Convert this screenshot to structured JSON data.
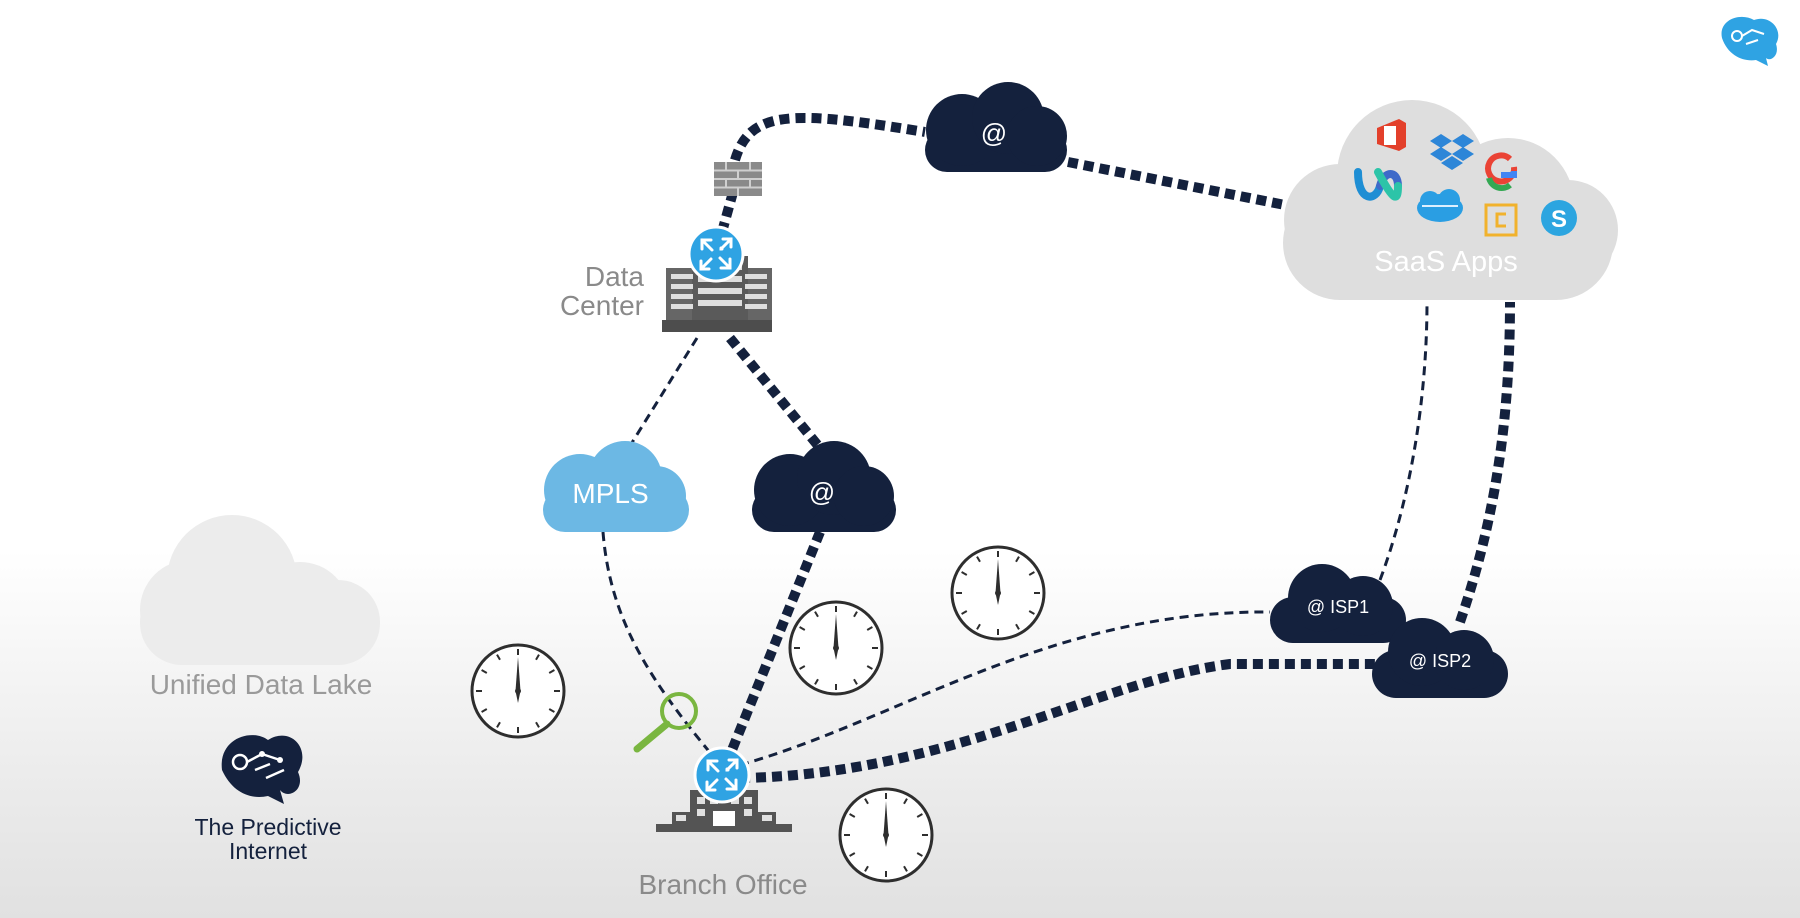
{
  "nodes": {
    "data_center": {
      "line1": "Data",
      "line2": "Center"
    },
    "branch_office": {
      "label": "Branch Office"
    },
    "mpls": {
      "label": "MPLS"
    },
    "internet_dc": {
      "label": "@"
    },
    "internet_top": {
      "label": "@"
    },
    "saas": {
      "label": "SaaS Apps"
    },
    "isp1": {
      "label": "@ ISP1"
    },
    "isp2": {
      "label": "@ ISP2"
    },
    "unified_data_lake": {
      "label": "Unified Data Lake"
    },
    "predictive_internet": {
      "line1": "The Predictive",
      "line2": "Internet"
    }
  },
  "saas_apps": [
    "office-icon",
    "dropbox-icon",
    "google-icon",
    "webex-icon",
    "salesforce-icon",
    "c-app-icon",
    "skype-icon"
  ],
  "icons": [
    "router-icon",
    "firewall-icon",
    "server-rack-icon",
    "building-icon",
    "magnifier-icon",
    "clock-icon",
    "brain-icon"
  ],
  "colors": {
    "navy": "#14213d",
    "mpls_blue": "#6cb8e4",
    "saas_gray": "#dedede",
    "lake_gray": "#ececec",
    "router_blue": "#2fa3e3",
    "icon_gray": "#545454",
    "magnifier_green": "#7ab640"
  }
}
